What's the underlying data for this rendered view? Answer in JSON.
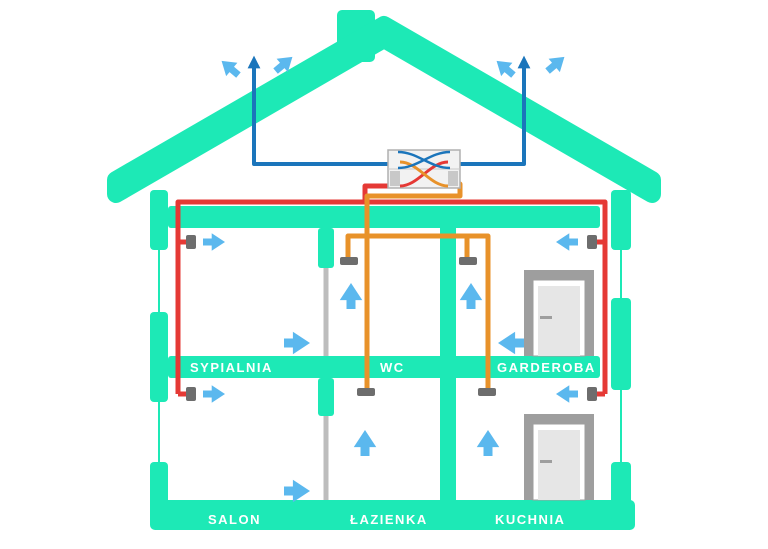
{
  "rooms": {
    "upper": {
      "left": "SYPIALNIA",
      "middle": "WC",
      "right": "GARDEROBA"
    },
    "lower": {
      "left": "SALON",
      "middle": "ŁAZIENKA",
      "right": "KUCHNIA"
    }
  },
  "colors": {
    "house": "#1de9b6",
    "supply_duct": "#e53935",
    "extract_duct": "#e8922a",
    "exhaust_duct": "#1b75bb",
    "airflow_arrow": "#5bb8ee",
    "partition": "#bdbdbd",
    "door": "#9e9e9e"
  }
}
